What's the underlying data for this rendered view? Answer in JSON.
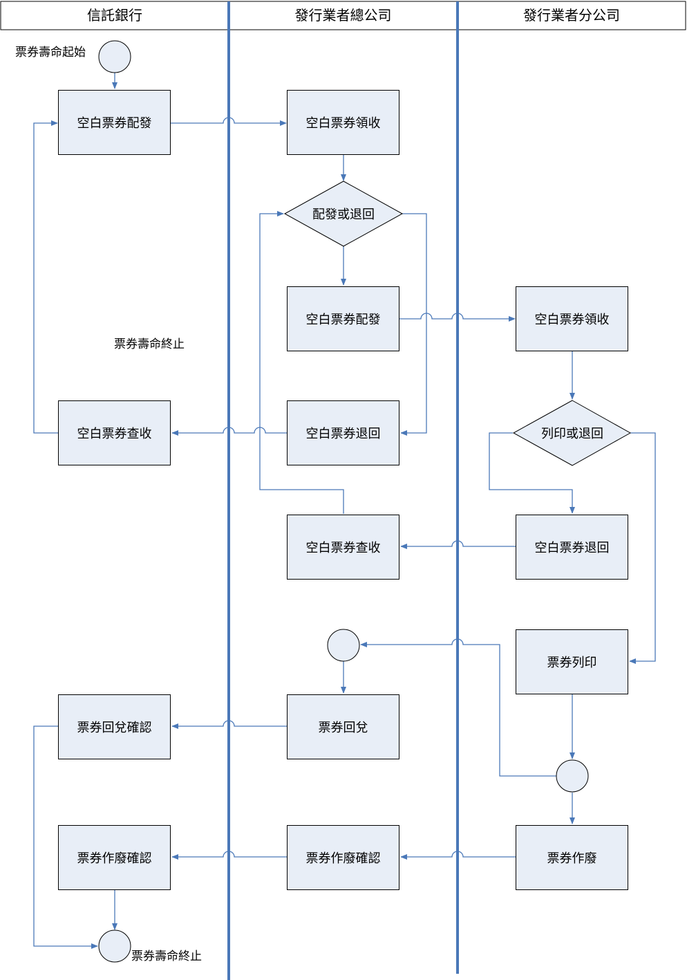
{
  "lanes": [
    "信託銀行",
    "發行業者總公司",
    "發行業者分公司"
  ],
  "notes": {
    "start": "票券壽命起始",
    "end_middle": "票券壽命終止",
    "end_bottom": "票券壽命終止"
  },
  "nodes": {
    "bank_distribute": "空白票券配發",
    "hq_receive": "空白票券領收",
    "hq_decision": "配發或退回",
    "hq_distribute": "空白票券配發",
    "branch_receive": "空白票券領收",
    "bank_check": "空白票券查收",
    "hq_return": "空白票券退回",
    "branch_decision": "列印或退回",
    "hq_check": "空白票券查收",
    "branch_return": "空白票券退回",
    "branch_print": "票券列印",
    "hq_redeem": "票券回兌",
    "bank_redeem_confirm": "票券回兌確認",
    "bank_void_confirm": "票券作廢確認",
    "hq_void_confirm": "票券作廢確認",
    "branch_void": "票券作廢"
  },
  "colors": {
    "box_fill": "#e8eef7",
    "line": "#4a78b8",
    "lane_divider": "#4a78b8"
  }
}
